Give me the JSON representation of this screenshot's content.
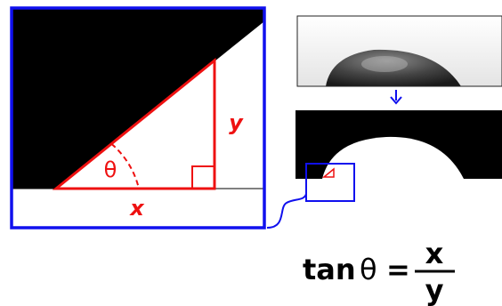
{
  "zoom_panel": {
    "angle_label": "θ",
    "adjacent_label": "x",
    "opposite_label": "y"
  },
  "equation": {
    "function": "tan",
    "angle": "θ",
    "equals": "=",
    "numerator": "x",
    "denominator": "y"
  },
  "colors": {
    "frame": "#1010ee",
    "triangle": "#ee1111",
    "drop_fill": "#000000",
    "background": "#ffffff",
    "arrow": "#1010ee"
  }
}
